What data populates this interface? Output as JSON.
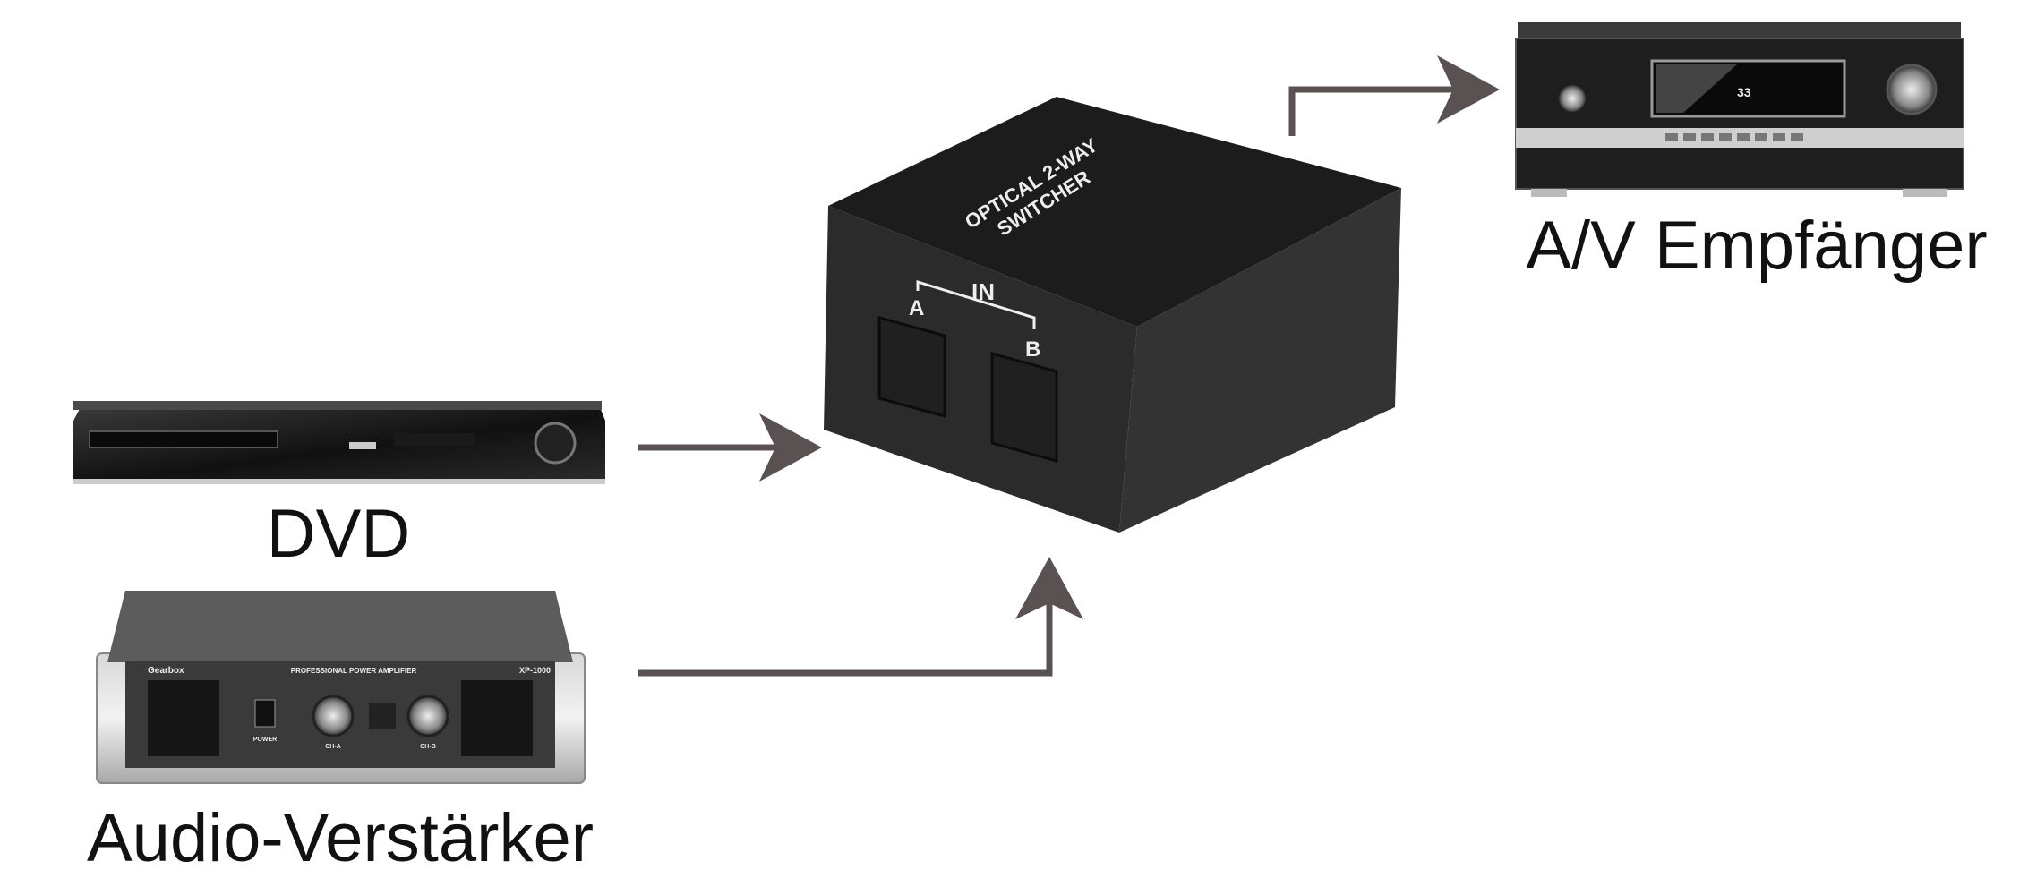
{
  "devices": {
    "dvd": {
      "label": "DVD"
    },
    "amplifier": {
      "label": "Audio-Verstärker",
      "brand": "Gearbox",
      "panel_text": "PROFESSIONAL POWER AMPLIFIER",
      "model": "XP-1000",
      "power_label": "POWER",
      "ch_a": "CH-A",
      "ch_b": "CH-B"
    },
    "receiver": {
      "label": "A/V Empfänger",
      "display": "33"
    },
    "switcher": {
      "title_line1": "OPTICAL 2-WAY",
      "title_line2": "SWITCHER",
      "in_label": "IN",
      "port_a": "A",
      "port_b": "B"
    }
  },
  "colors": {
    "arrow": "#5a5252",
    "device_body": "#1e1e1e",
    "switcher_body": "#262626",
    "label_text": "#111111"
  }
}
